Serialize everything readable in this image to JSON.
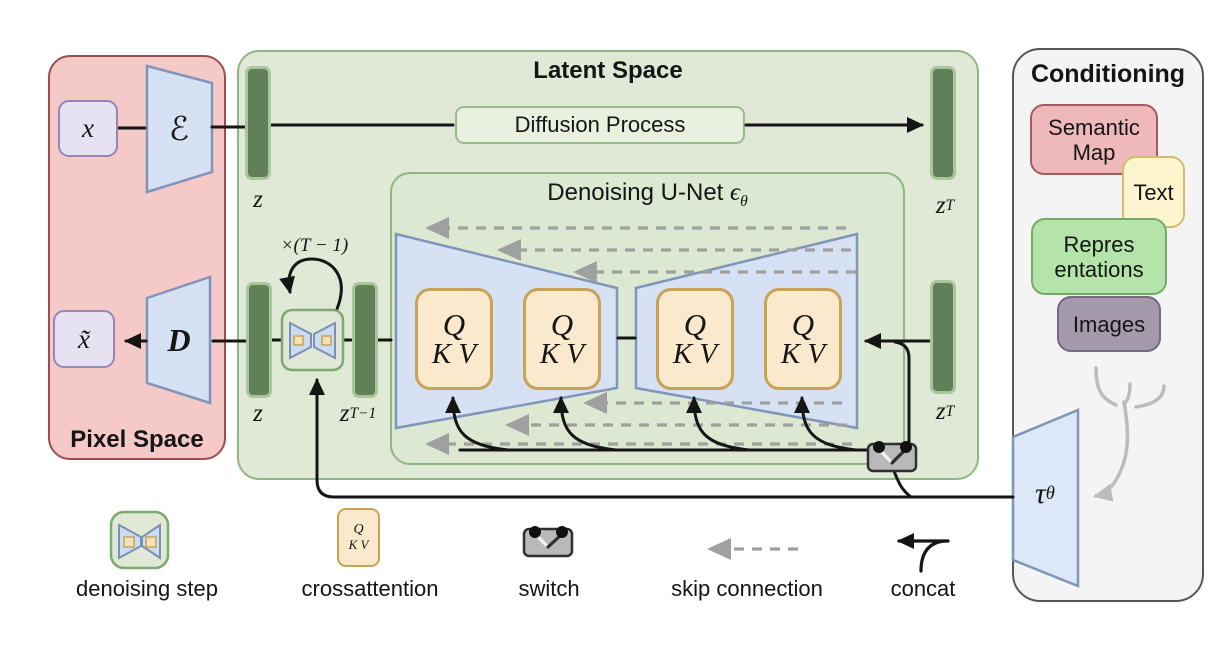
{
  "pixel_space": {
    "title": "Pixel Space",
    "x_label": "x",
    "x_tilde_label": "x̃",
    "encoder_label": "ℰ",
    "decoder_label": "D"
  },
  "latent_space": {
    "title": "Latent Space",
    "diffusion_label": "Diffusion Process",
    "unet_title": "Denoising U-Net",
    "unet_symbol": "ϵ",
    "unet_symbol_sub": "θ",
    "loop_label": "×(T − 1)",
    "z_top_label": "z",
    "zT_top": {
      "base": "z",
      "sub": "T"
    },
    "z_bottom_label": "z",
    "zTm1": {
      "base": "z",
      "sub": "T−1"
    },
    "zT_right": {
      "base": "z",
      "sub": "T"
    },
    "attention": {
      "q": "Q",
      "kv": "K V"
    }
  },
  "conditioning": {
    "title": "Conditioning",
    "semantic_map": {
      "lines": [
        "Semantic",
        "Map"
      ]
    },
    "text_box": {
      "lines": [
        "Text"
      ]
    },
    "representations": {
      "lines": [
        "Repres",
        "entations"
      ]
    },
    "images": {
      "lines": [
        "Images"
      ]
    },
    "tau": "τ",
    "tau_sub": "θ"
  },
  "legend": {
    "denoising": "denoising step",
    "crossattention": "crossattention",
    "switch": "switch",
    "skip": "skip connection",
    "concat": "concat",
    "qkv_icon": {
      "q": "Q",
      "kv": "K V"
    }
  },
  "colors": {
    "pixel_space_fill": "#f5c9c8",
    "pixel_space_border": "#9b4e4d",
    "latent_fill": "#dfe9d6",
    "latent_border": "#90b685",
    "bar_fill": "#60805a",
    "bar_border": "#a9c69b",
    "trapezoid_fill": "#d6e2f4",
    "trapezoid_border": "#8195bb",
    "attention_fill": "#fbe9cd",
    "attention_border": "#c9a355",
    "lavender_fill": "#e6e2f1",
    "lavender_border": "#9487b7",
    "conditioning_fill": "#f4f4f4",
    "conditioning_border": "#565656",
    "semantic_fill": "#efb9bc",
    "text_fill": "#fcf5cd",
    "representations_fill": "#b4e4aa",
    "images_fill": "#a49aac",
    "switch_fill": "#b9b9b9",
    "skip_arrow_gray": "#a0a0a0",
    "branch_gray": "#bcbcbc"
  }
}
